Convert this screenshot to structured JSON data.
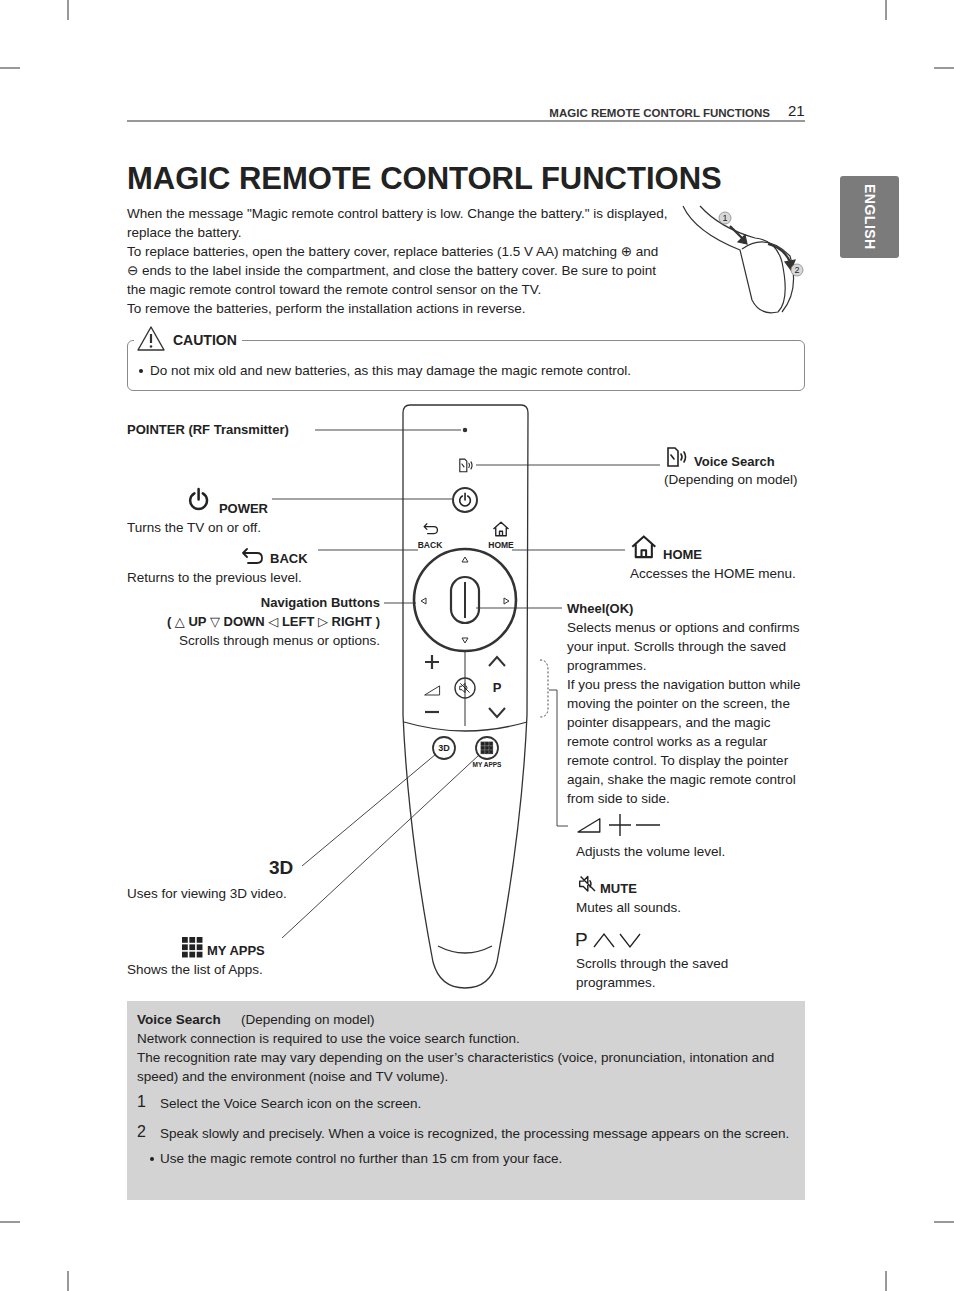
{
  "diagram": {
    "title": "MAGIC REMOTE CONTORL FUNCTIONS",
    "nodes": [
      {
        "text": [
          "ENGLISH"
        ]
      },
      {
        "text": [
          "CAUTION",
          "Do not mix old and new batteries, as this may damage the magic remote control."
        ]
      },
      {
        "text": [
          "Voice Search",
          "(Depending on model)",
          "Network connection is required to use the voice search function.",
          "The recognition rate may vary depending on the user’s characteristics (voice, pronunciation, intonation and speed) and the environment (noise and TV volume).",
          "1",
          "Select the Voice Search icon on the screen.",
          "2",
          "Speak slowly and precisely. When a voice is recognized, the processing message appears on the screen.",
          "Use the magic remote control no further than 15 cm from your face."
        ]
      }
    ],
    "labels": [
      "MAGIC REMOTE CONTORL FUNCTIONS",
      "21",
      "When the message \"Magic remote control battery is low. Change the battery.\" is displayed, replace the battery.",
      "To replace batteries, open the battery cover, replace batteries (1.5 V AA) matching ⊕ and ⊖ ends to the label inside the compartment, and close the battery cover. Be sure to point the magic remote control toward the remote control sensor on the TV.",
      "To remove the batteries, perform the installation actions in reverse.",
      "1",
      "2",
      "POINTER (RF Transmitter)",
      "Voice Search",
      "(Depending on model)",
      "POWER",
      "Turns the TV on or off.",
      "BACK",
      "Returns to the previous level.",
      "HOME",
      "Accesses the HOME menu.",
      "Navigation Buttons",
      "( △ UP ▽ DOWN ◁ LEFT ▷ RIGHT )",
      "Scrolls through menus or options.",
      "Wheel(OK)",
      "Selects menus or options and confirms your input. Scrolls through the saved programmes.",
      "If you press the navigation button while moving the pointer on the screen, the pointer disappears, and the magic remote control works as a regular remote control. To display the pointer again, shake the magic remote control from side to side.",
      "Adjusts the volume level.",
      "MUTE",
      "Mutes all sounds.",
      "P",
      "Scrolls through the saved programmes.",
      "3D",
      "Uses for viewing 3D video.",
      "MY APPS",
      "Shows the list of Apps.",
      "BACK",
      "HOME",
      "P",
      "3D",
      "MY APPS"
    ]
  }
}
